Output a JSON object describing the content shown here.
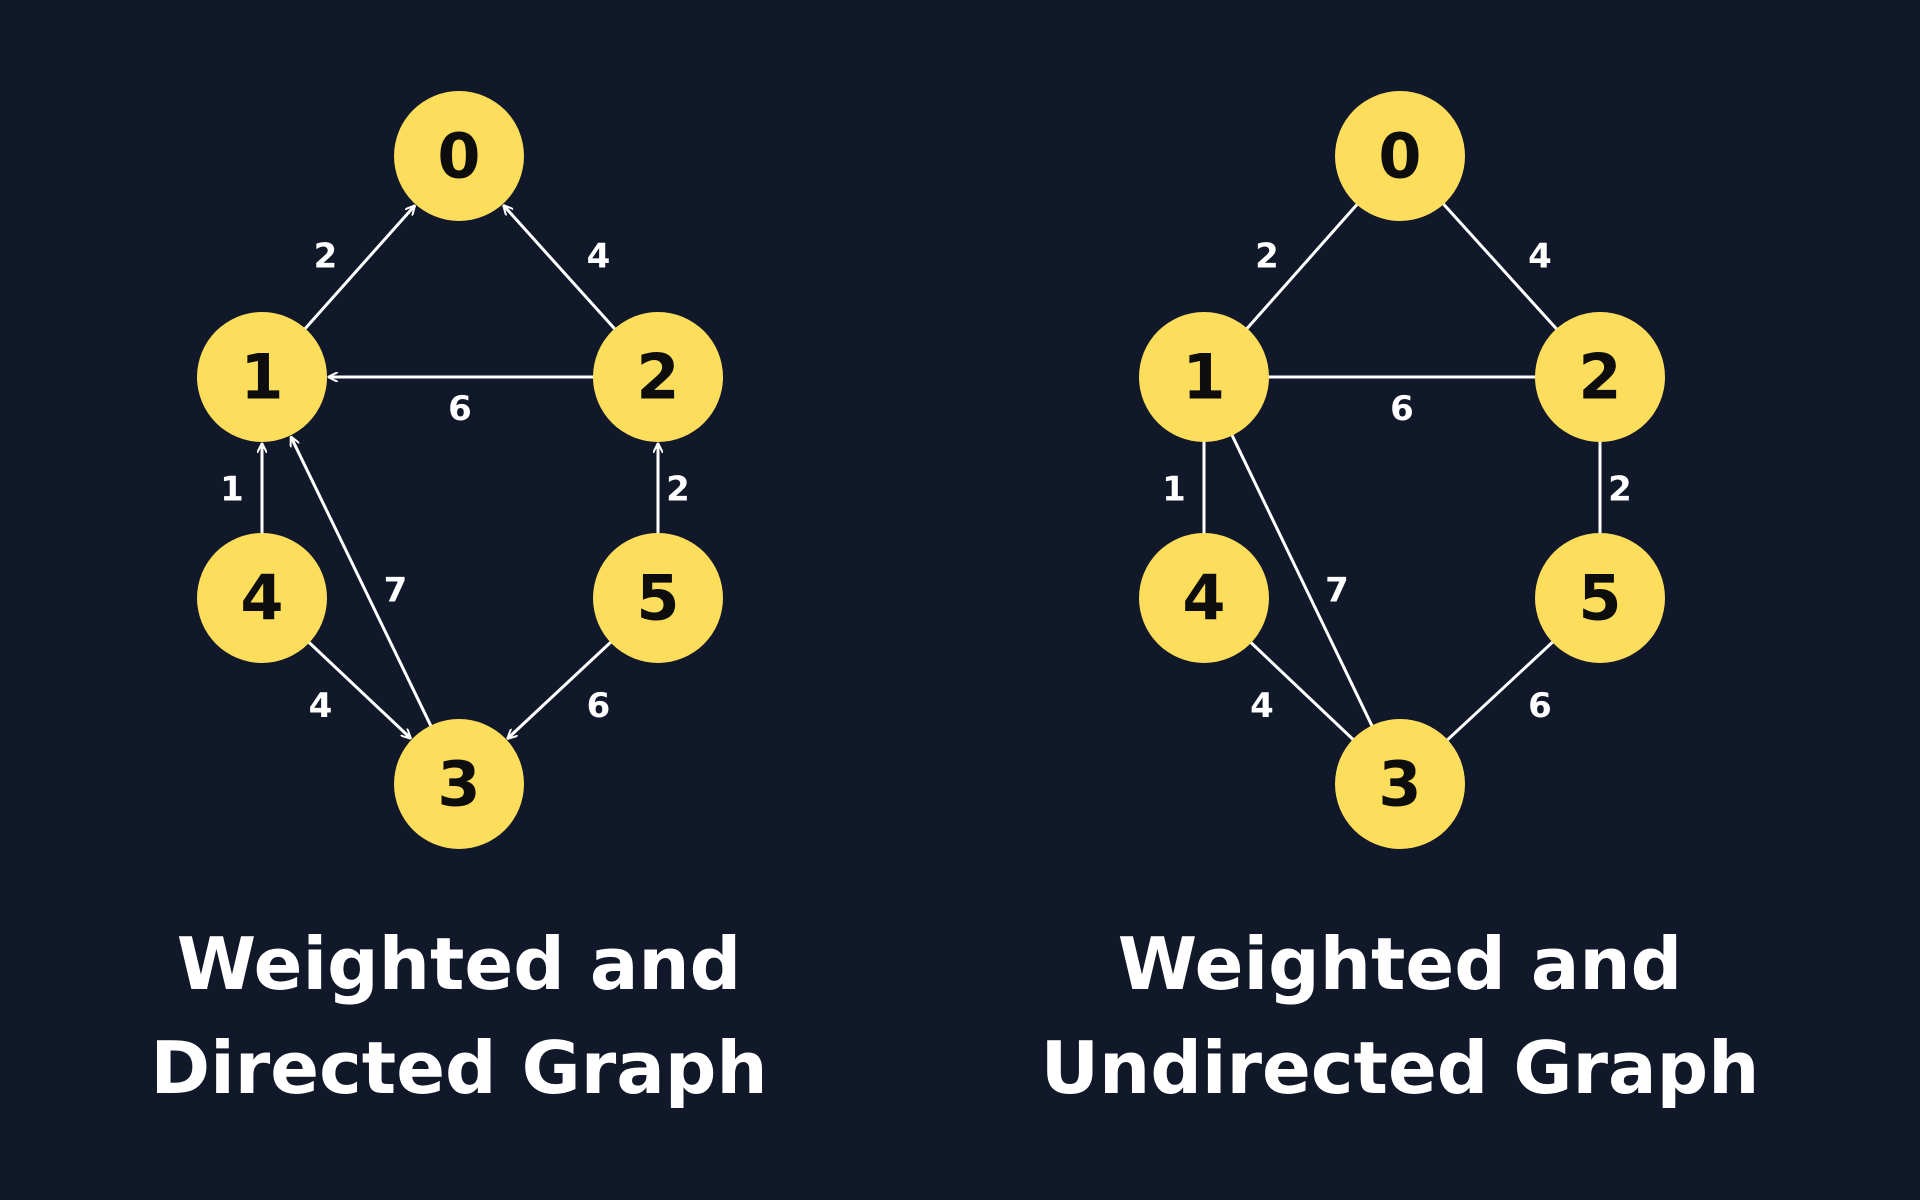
{
  "colors": {
    "background": "#101829",
    "node_fill": "#fddd5c",
    "node_text": "#0d0d0d",
    "edge": "#ffffff",
    "label": "#ffffff"
  },
  "graphs": [
    {
      "id": "directed",
      "directed": true,
      "title_lines": [
        "Weighted and",
        "Directed Graph"
      ],
      "nodes": [
        "0",
        "1",
        "2",
        "3",
        "4",
        "5"
      ],
      "edges": [
        {
          "from": "1",
          "to": "0",
          "weight": "2"
        },
        {
          "from": "2",
          "to": "0",
          "weight": "4"
        },
        {
          "from": "2",
          "to": "1",
          "weight": "6"
        },
        {
          "from": "4",
          "to": "1",
          "weight": "1"
        },
        {
          "from": "3",
          "to": "1",
          "weight": "7"
        },
        {
          "from": "5",
          "to": "2",
          "weight": "2"
        },
        {
          "from": "4",
          "to": "3",
          "weight": "4"
        },
        {
          "from": "5",
          "to": "3",
          "weight": "6"
        }
      ]
    },
    {
      "id": "undirected",
      "directed": false,
      "title_lines": [
        "Weighted and",
        "Undirected Graph"
      ],
      "nodes": [
        "0",
        "1",
        "2",
        "3",
        "4",
        "5"
      ],
      "edges": [
        {
          "from": "1",
          "to": "0",
          "weight": "2"
        },
        {
          "from": "2",
          "to": "0",
          "weight": "4"
        },
        {
          "from": "2",
          "to": "1",
          "weight": "6"
        },
        {
          "from": "4",
          "to": "1",
          "weight": "1"
        },
        {
          "from": "3",
          "to": "1",
          "weight": "7"
        },
        {
          "from": "5",
          "to": "2",
          "weight": "2"
        },
        {
          "from": "4",
          "to": "3",
          "weight": "4"
        },
        {
          "from": "5",
          "to": "3",
          "weight": "6"
        }
      ]
    }
  ]
}
